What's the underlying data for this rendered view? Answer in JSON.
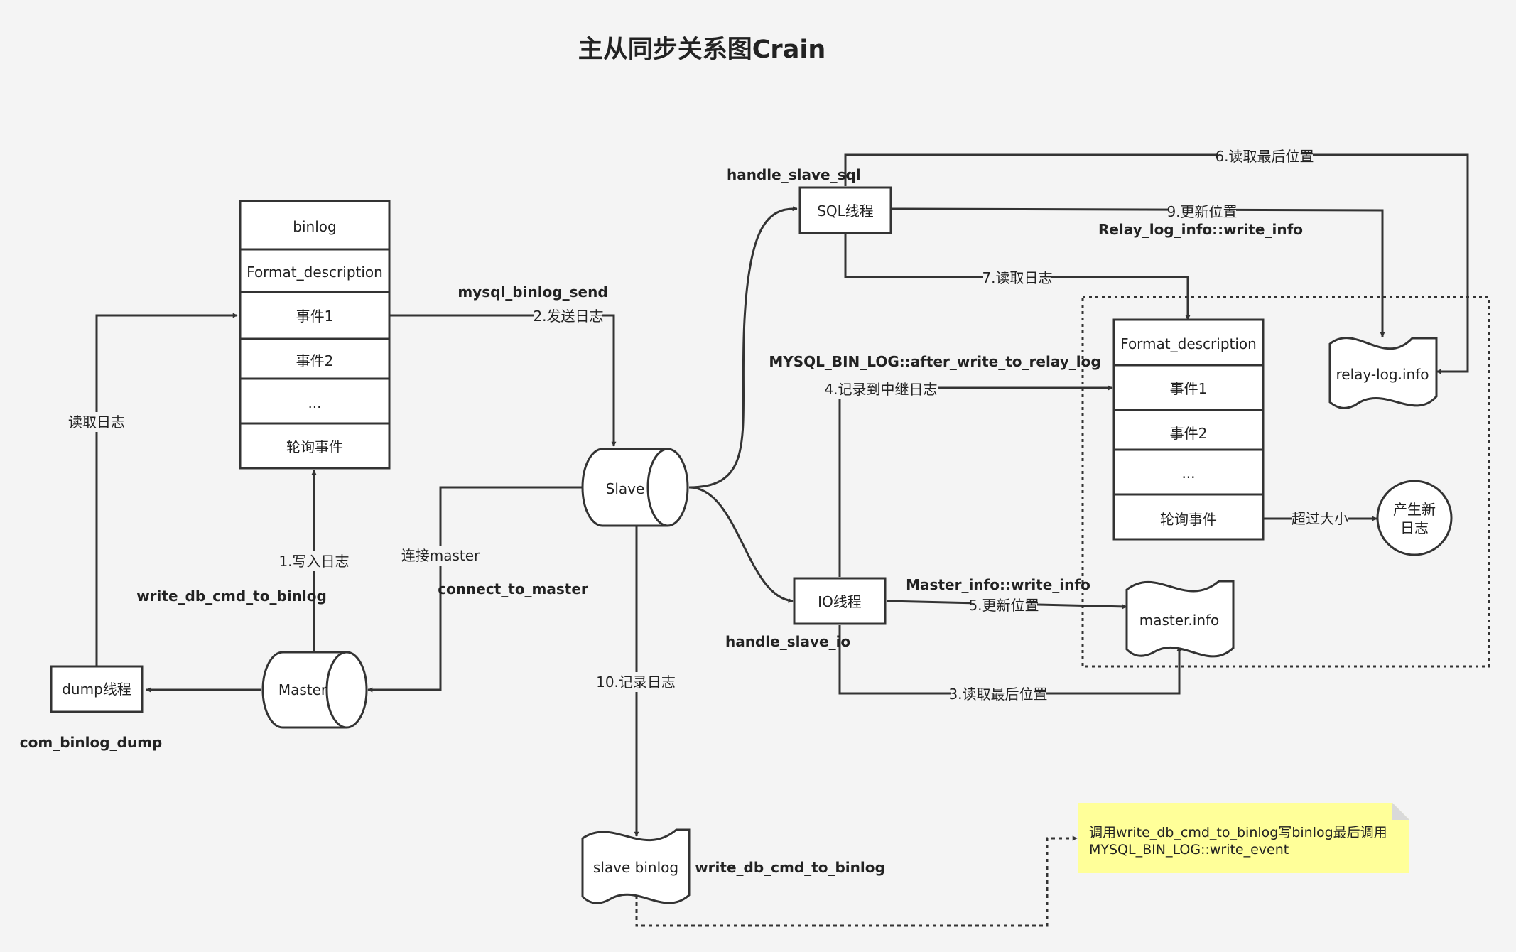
{
  "title": "主从同步关系图Crain",
  "nodes": {
    "binlog_stack": [
      "binlog",
      "Format_description",
      "事件1",
      "事件2",
      "...",
      "轮询事件"
    ],
    "relay_stack": [
      "Format_description",
      "事件1",
      "事件2",
      "...",
      "轮询事件"
    ],
    "slave": "Slave",
    "master": "Master",
    "dump_thread": "dump线程",
    "sql_thread": "SQL线程",
    "io_thread": "IO线程",
    "relay_log_info": "relay-log.info",
    "master_info": "master.info",
    "slave_binlog": "slave binlog",
    "new_log": [
      "产生新",
      "日志"
    ]
  },
  "edges": {
    "read_log": "读取日志",
    "write_log_1": "1.写入日志",
    "send_log_2": "2.发送日志",
    "connect_master": "连接master",
    "read_last_pos_3": "3.读取最后位置",
    "record_relay_4": "4.记录到中继日志",
    "update_pos_5": "5.更新位置",
    "read_last_pos_6": "6.读取最后位置",
    "read_log_7": "7.读取日志",
    "update_pos_9": "9.更新位置",
    "record_log_10": "10.记录日志",
    "exceed_size": "超过大小"
  },
  "functions": {
    "handle_slave_sql": "handle_slave_sql",
    "mysql_binlog_send": "mysql_binlog_send",
    "relay_write_info": "Relay_log_info::write_info",
    "after_write_to_relay_log": "MYSQL_BIN_LOG::after_write_to_relay_log",
    "master_write_info": "Master_info::write_info",
    "handle_slave_io": "handle_slave_io",
    "write_db_cmd_left": "write_db_cmd_to_binlog",
    "connect_to_master": "connect_to_master",
    "com_binlog_dump": "com_binlog_dump",
    "write_db_cmd_bottom": "write_db_cmd_to_binlog"
  },
  "note": {
    "line1": "调用write_db_cmd_to_binlog写binlog最后调用",
    "line2": "MYSQL_BIN_LOG::write_event"
  },
  "colors": {
    "background": "#f4f4f4",
    "stroke": "#333333",
    "note_fill": "#ffff99"
  }
}
